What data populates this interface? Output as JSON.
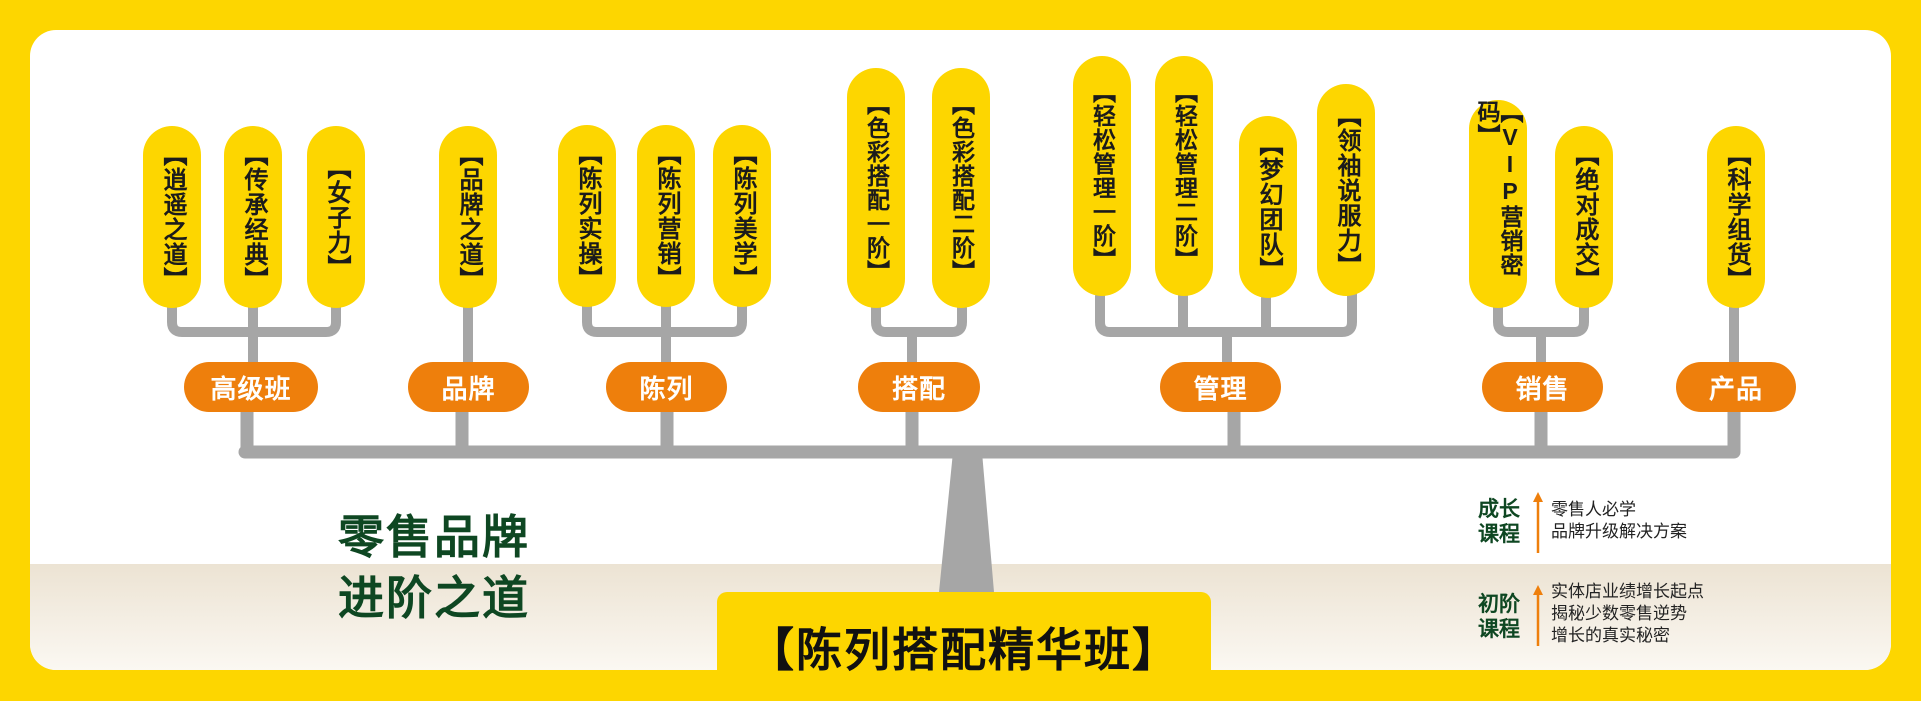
{
  "colors": {
    "brand_yellow": "#FDD600",
    "category_orange": "#EE7F0C",
    "trunk_gray": "#A6A6A6",
    "slogan_green": "#0E4722"
  },
  "slogan": {
    "line1": "零售品牌",
    "line2": "进阶之道"
  },
  "banner": {
    "title": "【陈列搭配精华班】"
  },
  "categories": [
    {
      "label": "高级班",
      "courses": [
        "【逍遥之道】",
        "【传承经典】",
        "【女子力】"
      ]
    },
    {
      "label": "品牌",
      "courses": [
        "【品牌之道】"
      ]
    },
    {
      "label": "陈列",
      "courses": [
        "【陈列实操】",
        "【陈列营销】",
        "【陈列美学】"
      ]
    },
    {
      "label": "搭配",
      "courses": [
        "【色彩搭配一阶】",
        "【色彩搭配二阶】"
      ]
    },
    {
      "label": "管理",
      "courses": [
        "【轻松管理一阶】",
        "【轻松管理二阶】",
        "【梦幻团队】",
        "【领袖说服力】"
      ]
    },
    {
      "label": "销售",
      "courses": [
        "【VIP营销密码】",
        "【绝对成交】"
      ]
    },
    {
      "label": "产品",
      "courses": [
        "【科学组货】"
      ]
    }
  ],
  "legend": [
    {
      "level": "成长课程",
      "level_line1": "成长",
      "level_line2": "课程",
      "lines": [
        "零售人必学",
        "品牌升级解决方案"
      ]
    },
    {
      "level": "初阶课程",
      "level_line1": "初阶",
      "level_line2": "课程",
      "lines": [
        "实体店业绩增长起点",
        "揭秘少数零售逆势",
        "增长的真实秘密"
      ]
    }
  ]
}
